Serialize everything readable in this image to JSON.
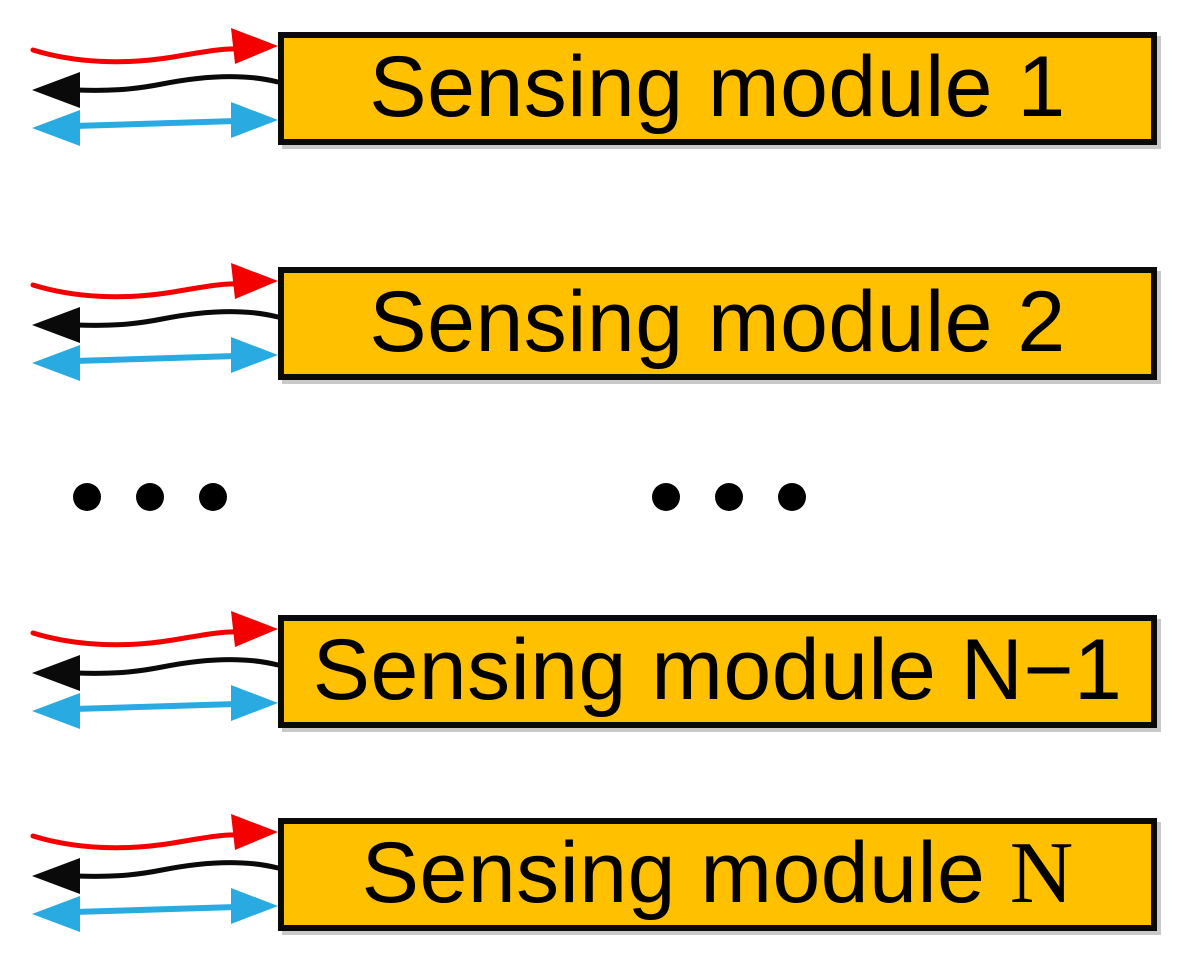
{
  "figure": {
    "type": "block-diagram",
    "description": "Vertical stack of sensing modules, each with one incoming red signal arrow, one outgoing black signal arrow, and one bidirectional blue signal arrow; ellipsis dots indicate repeated modules between module 2 and module N−1"
  },
  "colors": {
    "background": "#FFFFFF",
    "box_fill": "#FFC000",
    "box_border": "#0A0A0A",
    "box_shadow": "#C9C9C9",
    "arrow_red": "#F40000",
    "arrow_black": "#0A0A0A",
    "arrow_blue": "#29ABE2",
    "dot": "#000000",
    "text": "#000000"
  },
  "modules": [
    {
      "label": "Sensing module 1"
    },
    {
      "label": "Sensing module 2"
    },
    {
      "label": "Sensing module N−1"
    },
    {
      "label": "Sensing module ",
      "serif": "N"
    }
  ],
  "arrows_per_module": [
    {
      "name": "red-arrow",
      "direction": "right-into-module",
      "color": "#F40000"
    },
    {
      "name": "black-arrow",
      "direction": "left-out-of-module",
      "color": "#0A0A0A"
    },
    {
      "name": "blue-arrow",
      "direction": "bidirectional",
      "color": "#29ABE2"
    }
  ],
  "ellipsis": {
    "groups": 2,
    "dots_per_group": 3
  }
}
